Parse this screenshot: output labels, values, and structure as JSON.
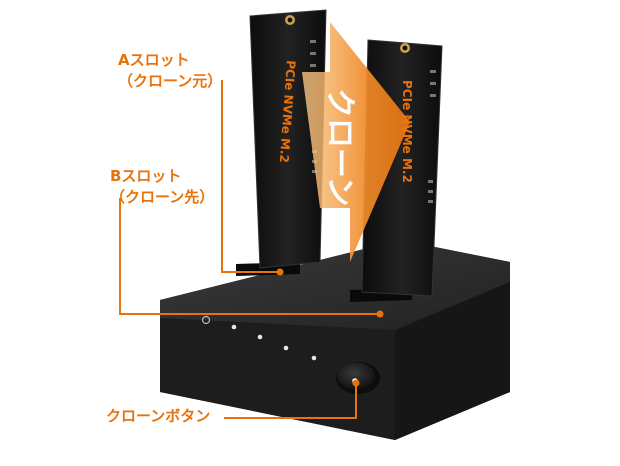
{
  "labels": {
    "slot_a": {
      "line1": "Aスロット",
      "line2": "（クローン元）"
    },
    "slot_b": {
      "line1": "Bスロット",
      "line2": "（クローン先）"
    },
    "clone_button": "クローンボタン"
  },
  "arrow_text": "クローン",
  "ssd_left": {
    "text": "PCIe NVMe M.2"
  },
  "ssd_right": {
    "text": "PCIe NVMe M.2"
  },
  "colors": {
    "accent": "#e8720c",
    "dock_body": "#1f1f1f",
    "dock_top": "#2c2c2c",
    "ssd_pcb": "#151515",
    "arrow_light": "#f6b25f",
    "arrow_dark": "#e8740f"
  }
}
